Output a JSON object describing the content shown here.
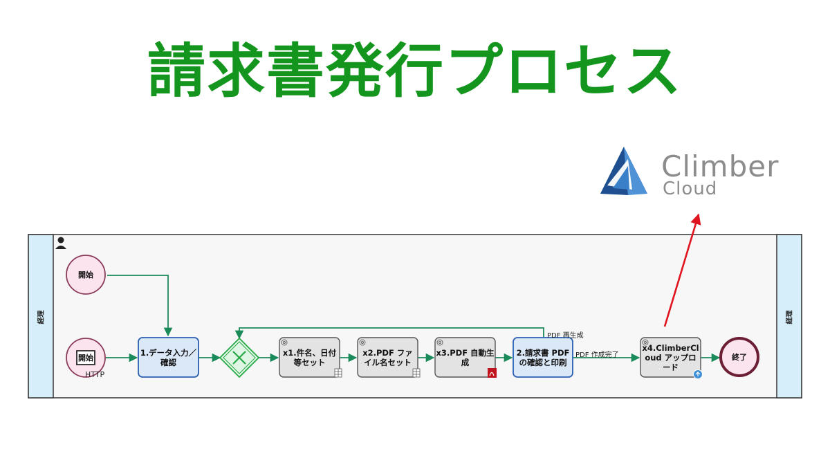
{
  "title": "請求書発行プロセス",
  "logo": {
    "line1": "Climber",
    "line2": "Cloud",
    "mark": "climber-triangle-logo"
  },
  "lanes": {
    "left_label": "経理",
    "right_label": "経理"
  },
  "events": {
    "start_top": "開始",
    "start_http": "開始",
    "start_http_sub": "HTTP",
    "end": "終了"
  },
  "tasks": {
    "t1": "1.データ入力／確認",
    "x1": "x1.件名、日付等セット",
    "x2": "x2.PDF ファイル名セット",
    "x3": "x3.PDF 自動生成",
    "t2": "2.請求書 PDF の確認と印刷",
    "x4": "x4.ClimberCloud アップロード"
  },
  "flows": {
    "regenerate": "PDF 再生成",
    "created": "PDF 作成完了"
  },
  "colors": {
    "title": "#14961e",
    "flow": "#1a8a5a",
    "lane_bg": "#d6eef9",
    "pool_bg": "#f7f7f7",
    "human_task_fill": "#dbe8f8",
    "human_task_stroke": "#2a5fb0",
    "service_task_fill": "#e3e3e3",
    "start_fill": "#fce4ef",
    "end_stroke": "#6b1e34",
    "gateway": "#27a845",
    "arrow_red": "#e0141e"
  }
}
